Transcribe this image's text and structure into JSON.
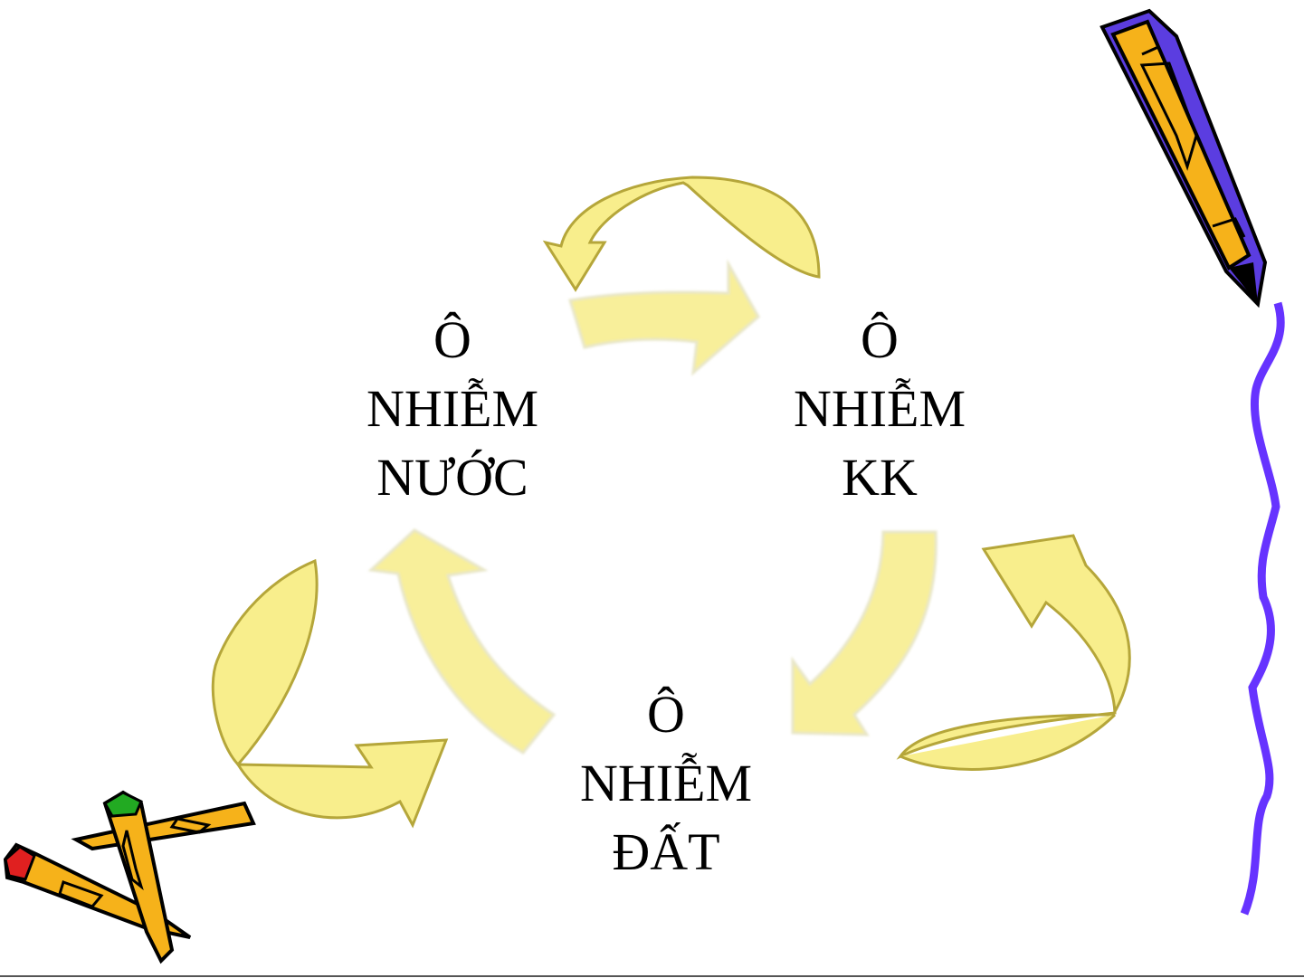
{
  "diagram": {
    "nodes": [
      {
        "id": "water",
        "lines": [
          "Ô",
          "NHIỄM",
          "NƯỚC"
        ]
      },
      {
        "id": "air",
        "lines": [
          "Ô",
          "NHIỄM",
          "KK"
        ]
      },
      {
        "id": "soil",
        "lines": [
          "Ô",
          "NHIỄM",
          "ĐẤT"
        ]
      }
    ]
  },
  "colors": {
    "arrow_fill": "#f8ef9a",
    "arrow_outer_fill": "#f8ee8c",
    "arrow_outer_stroke": "#b5a63a",
    "pencil_body": "#f6b21a",
    "squiggle": "#6633ff"
  },
  "decorations": {
    "icons": [
      "pencil-icon",
      "crossed-pencils-icon",
      "squiggle-border-icon"
    ]
  }
}
